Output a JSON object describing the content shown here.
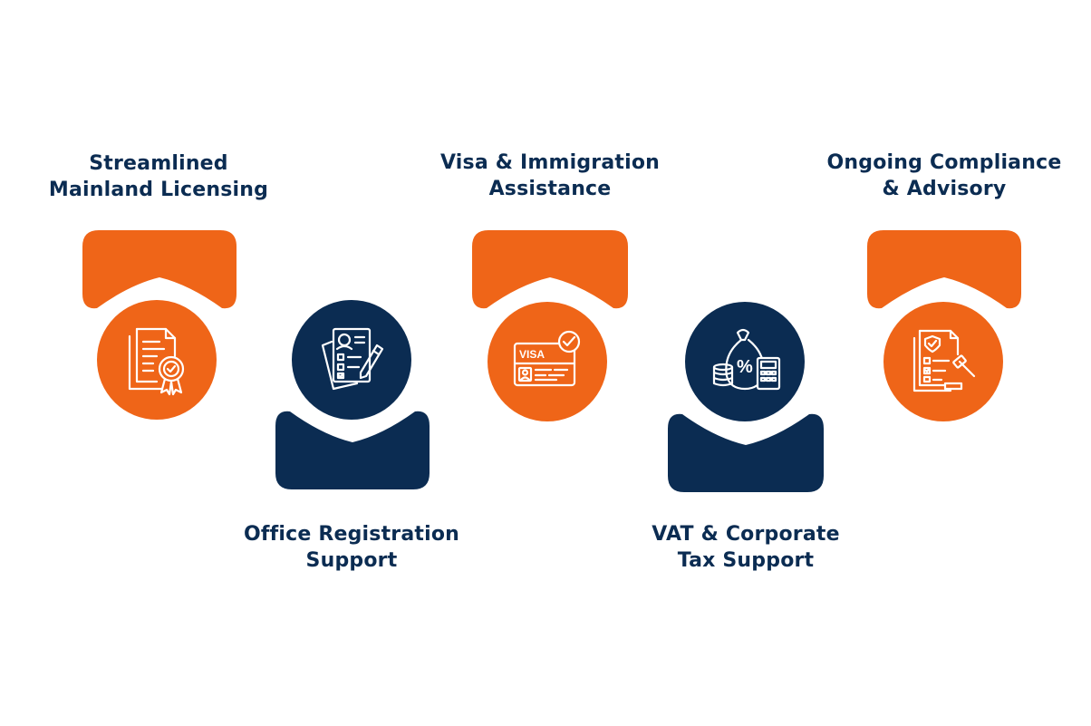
{
  "colors": {
    "orange": "#EF6518",
    "navy": "#0B2C52",
    "white": "#FFFFFF"
  },
  "steps": [
    {
      "name": "step-streamlined-mainland-licensing",
      "title_line1": "Streamlined",
      "title_line2": "Mainland Licensing",
      "color": "orange",
      "icon": "certificate-document-icon"
    },
    {
      "name": "step-office-registration-support",
      "title_line1": "Office Registration",
      "title_line2": "Support",
      "color": "navy",
      "icon": "registration-form-icon"
    },
    {
      "name": "step-visa-immigration-assistance",
      "title_line1": "Visa & Immigration",
      "title_line2": "Assistance",
      "color": "orange",
      "icon": "visa-card-icon",
      "icon_text": "VISA"
    },
    {
      "name": "step-vat-corporate-tax-support",
      "title_line1": "VAT & Corporate",
      "title_line2": "Tax Support",
      "color": "navy",
      "icon": "tax-calculator-icon",
      "icon_text": "%"
    },
    {
      "name": "step-ongoing-compliance-advisory",
      "title_line1": "Ongoing Compliance",
      "title_line2": "& Advisory",
      "color": "orange",
      "icon": "compliance-gavel-icon"
    }
  ]
}
